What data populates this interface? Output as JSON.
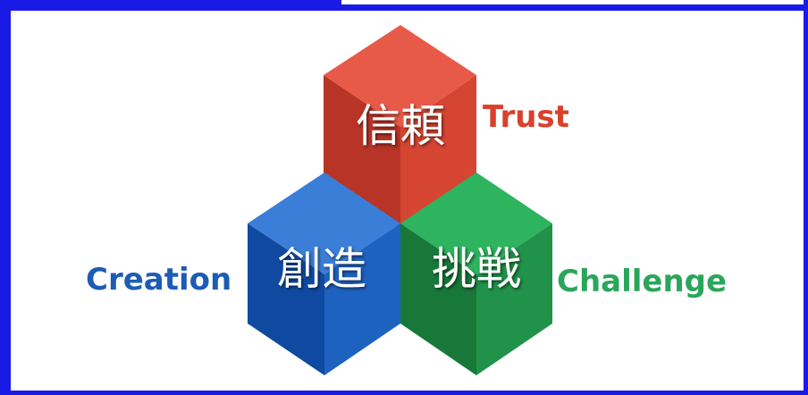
{
  "cubes": {
    "trust": {
      "kanji": "信頼",
      "label": "Trust",
      "colors": {
        "top": "#e85a48",
        "left": "#b83426",
        "right": "#d64532",
        "text": "#d9402d"
      }
    },
    "creation": {
      "kanji": "創造",
      "label": "Creation",
      "colors": {
        "top": "#3a7ed8",
        "left": "#0f4aa0",
        "right": "#1e62bf",
        "text": "#1d5cb4"
      }
    },
    "challenge": {
      "kanji": "挑戦",
      "label": "Challenge",
      "colors": {
        "top": "#2eb35e",
        "left": "#17783a",
        "right": "#21924a",
        "text": "#2aa65a"
      }
    }
  },
  "frame": {
    "border_color": "#1a1ae6"
  }
}
